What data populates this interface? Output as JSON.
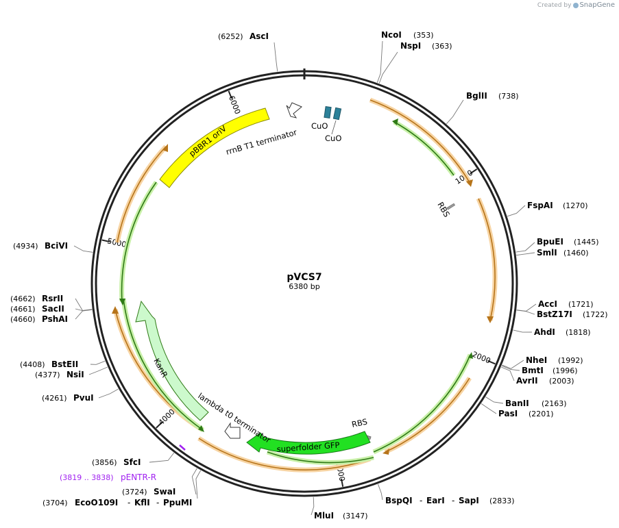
{
  "app": {
    "credit_text": "Created by",
    "credit_brand": "SnapGene"
  },
  "plasmid": {
    "name": "pVCS7",
    "length_label": "6380 bp",
    "length": 6380
  },
  "ticks": [
    "1000",
    "2000",
    "3000",
    "4000",
    "5000",
    "6000"
  ],
  "sites": {
    "ascI": {
      "name": "AscI",
      "pos": "(6252)"
    },
    "ncoI": {
      "name": "NcoI",
      "pos": "(353)"
    },
    "nspI": {
      "name": "NspI",
      "pos": "(363)"
    },
    "bglII": {
      "name": "BglII",
      "pos": "(738)"
    },
    "fspAI": {
      "name": "FspAI",
      "pos": "(1270)"
    },
    "bpuEI": {
      "name": "BpuEI",
      "pos": "(1445)"
    },
    "smlI": {
      "name": "SmlI",
      "pos": "(1460)"
    },
    "accI": {
      "name": "AccI",
      "pos": "(1721)"
    },
    "bstZ17I": {
      "name": "BstZ17I",
      "pos": "(1722)"
    },
    "ahdI": {
      "name": "AhdI",
      "pos": "(1818)"
    },
    "nheI": {
      "name": "NheI",
      "pos": "(1992)"
    },
    "bmtI": {
      "name": "BmtI",
      "pos": "(1996)"
    },
    "avrII": {
      "name": "AvrII",
      "pos": "(2003)"
    },
    "banII": {
      "name": "BanII",
      "pos": "(2163)"
    },
    "pasI": {
      "name": "PasI",
      "pos": "(2201)"
    },
    "bspQI": {
      "name": "BspQI",
      "earI": "EarI",
      "sapI": "SapI",
      "pos": "(2833)"
    },
    "mluI": {
      "name": "MluI",
      "pos": "(3147)"
    },
    "eco": {
      "name": "EcoO109I",
      "kflI": "KflI",
      "ppuMI": "PpuMI",
      "pos": "(3704)"
    },
    "swaI": {
      "name": "SwaI",
      "pos": "(3724)"
    },
    "sfcI": {
      "name": "SfcI",
      "pos": "(3856)"
    },
    "pentr": {
      "name": "pENTR-R",
      "pos": "(3819 .. 3838)"
    },
    "pvuI": {
      "name": "PvuI",
      "pos": "(4261)"
    },
    "nsiI": {
      "name": "NsiI",
      "pos": "(4377)"
    },
    "bstEII": {
      "name": "BstEII",
      "pos": "(4408)"
    },
    "pshAI": {
      "name": "PshAI",
      "pos": "(4660)"
    },
    "sacII": {
      "name": "SacII",
      "pos": "(4661)"
    },
    "rsrII": {
      "name": "RsrII",
      "pos": "(4662)"
    },
    "bciVI": {
      "name": "BciVI",
      "pos": "(4934)"
    }
  },
  "features": {
    "cuo1": "CuO",
    "cuo2": "CuO",
    "rrnb": "rrnB T1 terminator",
    "pbbr1": "pBBR1 oriV",
    "rbs1": "RBS",
    "rbs2": "RBS",
    "kanr": "KanR",
    "lambda": "lambda t0 terminator",
    "sfgfp": "superfolder GFP"
  },
  "colors": {
    "backbone": "#222222",
    "orf_fill": "#f5c78a",
    "orf_stroke": "#d18a1e",
    "orf_inner_fill": "#c8f0a8",
    "orf_inner_stroke": "#3c8c1c",
    "ori": "#ffff00",
    "gfp": "#22e022",
    "kanr": "#ccf9cc",
    "cuo": "#2c8199",
    "primer": "#a020f0"
  }
}
